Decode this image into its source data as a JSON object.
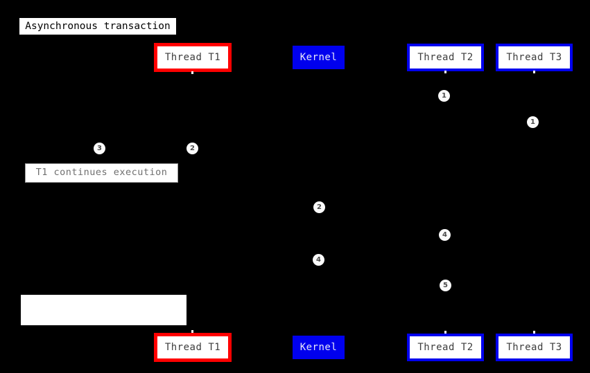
{
  "diagram": {
    "type": "sequence-diagram",
    "title": "Asynchronous transaction",
    "background_color": "#000000",
    "colors": {
      "red_border": "#ff0000",
      "blue_border": "#0000ee",
      "kernel_fill": "#0000ee",
      "box_fill": "#ffffff",
      "badge_fill": "#fbfbfb",
      "badge_text": "#4a4a4a"
    },
    "title_banner": {
      "label": "Asynchronous transaction"
    },
    "participants_top": [
      {
        "label": "Thread T1",
        "style": "red-border"
      },
      {
        "label": "Kernel",
        "style": "solid-blue"
      },
      {
        "label": "Thread T2",
        "style": "blue-border"
      },
      {
        "label": "Thread T3",
        "style": "blue-border"
      }
    ],
    "participants_bottom": [
      {
        "label": "Thread T1",
        "style": "red-border"
      },
      {
        "label": "Kernel",
        "style": "solid-blue"
      },
      {
        "label": "Thread T2",
        "style": "blue-border"
      },
      {
        "label": "Thread T3",
        "style": "blue-border"
      }
    ],
    "notes": [
      {
        "label": "T1 continues execution",
        "style": "bordered"
      },
      {
        "label": "",
        "style": "blank"
      }
    ],
    "step_badges": [
      {
        "number": "1",
        "lane": "thread-t2"
      },
      {
        "number": "1",
        "lane": "thread-t3"
      },
      {
        "number": "3",
        "lane": "thread-t1"
      },
      {
        "number": "2",
        "lane": "thread-t1"
      },
      {
        "number": "2",
        "lane": "kernel"
      },
      {
        "number": "4",
        "lane": "thread-t2"
      },
      {
        "number": "4",
        "lane": "kernel"
      },
      {
        "number": "5",
        "lane": "thread-t2"
      }
    ]
  }
}
